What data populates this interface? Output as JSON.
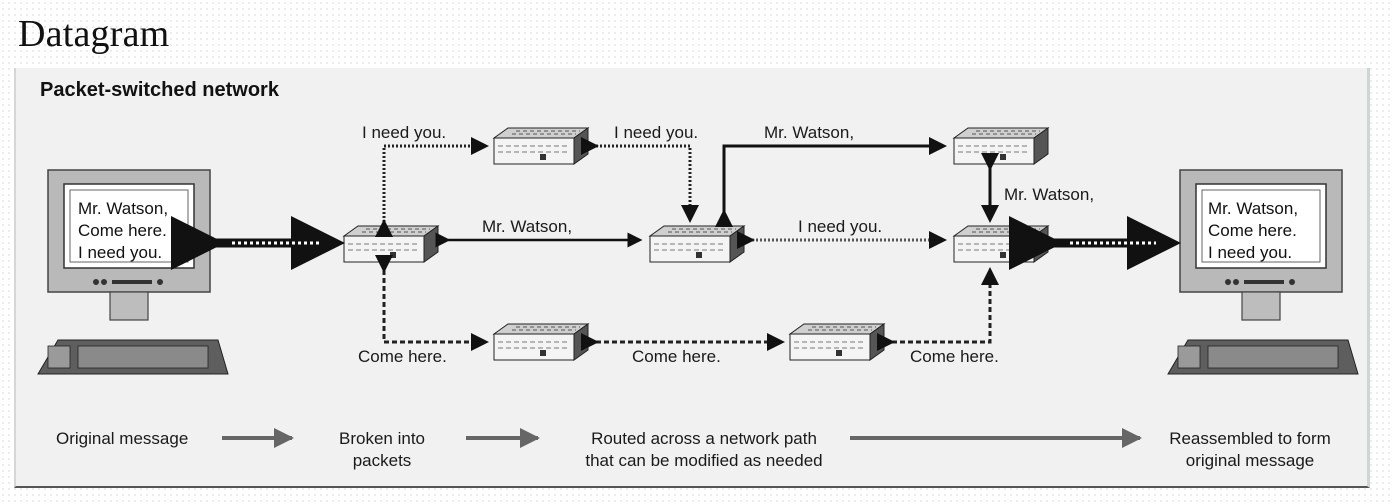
{
  "page_title": "Datagram",
  "diagram": {
    "heading": "Packet-switched network",
    "left_screen_lines": [
      "Mr. Watson,",
      "Come here.",
      "I need you."
    ],
    "right_screen_lines": [
      "Mr. Watson,",
      "Come here.",
      "I need you."
    ],
    "packet_labels": {
      "top_left": "I need you.",
      "top_middle": "I need you.",
      "top_right": "Mr. Watson,",
      "middle_left": "Mr. Watson,",
      "middle_right": "I need you.",
      "right_vertical": "Mr. Watson,",
      "bottom_left": "Come here.",
      "bottom_middle": "Come here.",
      "bottom_right": "Come here."
    },
    "process_steps": [
      "Original message",
      "Broken into\npackets",
      "Routed across a network path\nthat can be modified as needed",
      "Reassembled to form\noriginal message"
    ],
    "colors": {
      "panel": "#f1f1f1",
      "arrow": "#111111",
      "process_arrow": "#666666",
      "monitor": "#b7b7b7",
      "router_dark": "#444444"
    }
  }
}
